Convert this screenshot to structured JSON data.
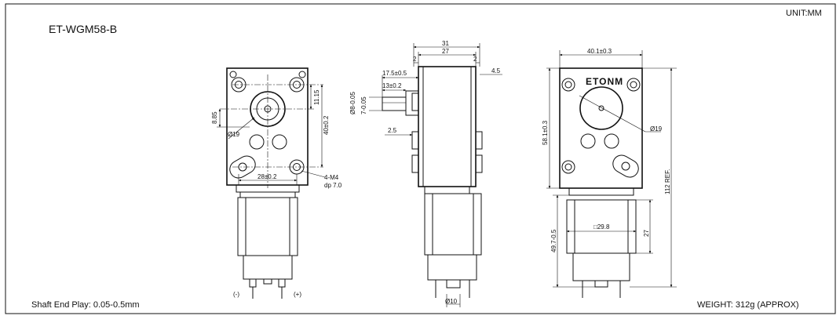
{
  "model": "ET-WGM58-B",
  "unit": "UNIT:MM",
  "shaft_end_play": "Shaft End Play: 0.05-0.5mm",
  "weight": "WEIGHT: 312g (APPROX)",
  "brand_logo": "ETONM",
  "front_view": {
    "dim_width": "28±0.2",
    "dim_height": "40±0.2",
    "dim_upper": "11.15",
    "dim_left": "8.85",
    "dim_shaft": "Ø19",
    "dim_holes": "4-M4",
    "dim_depth": "dp 7.0",
    "minus": "(-)",
    "plus": "(+)"
  },
  "side_view": {
    "dim_total": "31",
    "dim_inner": "27",
    "dim_left_gap": "2",
    "dim_right_gap": "2",
    "dim_shaft_len": "17.5±0.5",
    "dim_flat_len": "13±0.2",
    "dim_flange": "4.5",
    "dim_shaft_dia": "Ø8-0.05",
    "dim_flat": "7-0.05",
    "dim_collar": "2.5",
    "dim_motor_dia": "Ø10"
  },
  "right_view": {
    "dim_width": "40.1±0.3",
    "dim_height": "58.1±0.3",
    "dim_total": "112 REF.",
    "dim_motor_len": "49.7-0.5",
    "dim_motor_dia": "□29.8",
    "dim_motor_part": "27",
    "dim_hub": "Ø19"
  }
}
